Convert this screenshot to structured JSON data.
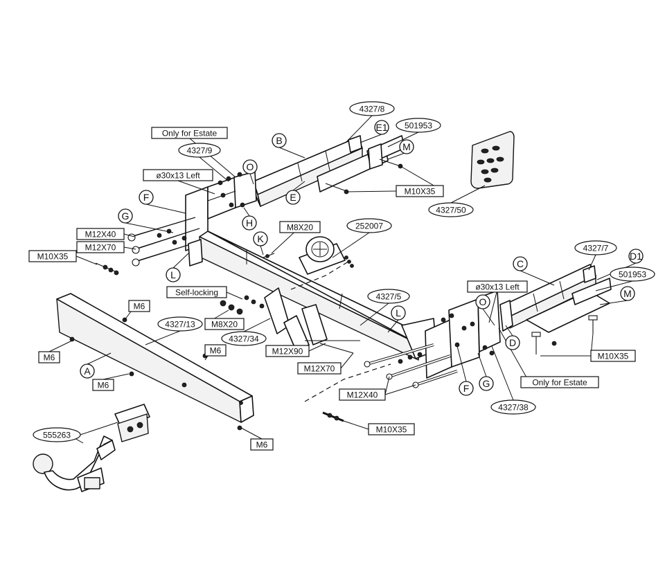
{
  "boxed_labels": [
    "Only for Estate",
    "ø30x13 Left",
    "M12X40",
    "M12X70",
    "M10X35",
    "M8X20",
    "Self-locking",
    "M8X20",
    "M6",
    "M6",
    "M6",
    "M6",
    "M6",
    "M12X90",
    "M12X70",
    "ø30x13 Left",
    "M10X35",
    "Only for Estate",
    "M12X40",
    "M10X35",
    "M10X35"
  ],
  "part_numbers": [
    "4327/8",
    "501953",
    "4327/9",
    "4327/50",
    "252007",
    "4327/7",
    "501953",
    "4327/5",
    "4327/13",
    "4327/34",
    "4327/38",
    "555263"
  ],
  "letter_callouts": [
    "B",
    "E1",
    "M",
    "O",
    "E",
    "F",
    "G",
    "H",
    "K",
    "L",
    "C",
    "D1",
    "M",
    "O",
    "L",
    "D",
    "F",
    "G",
    "A"
  ]
}
